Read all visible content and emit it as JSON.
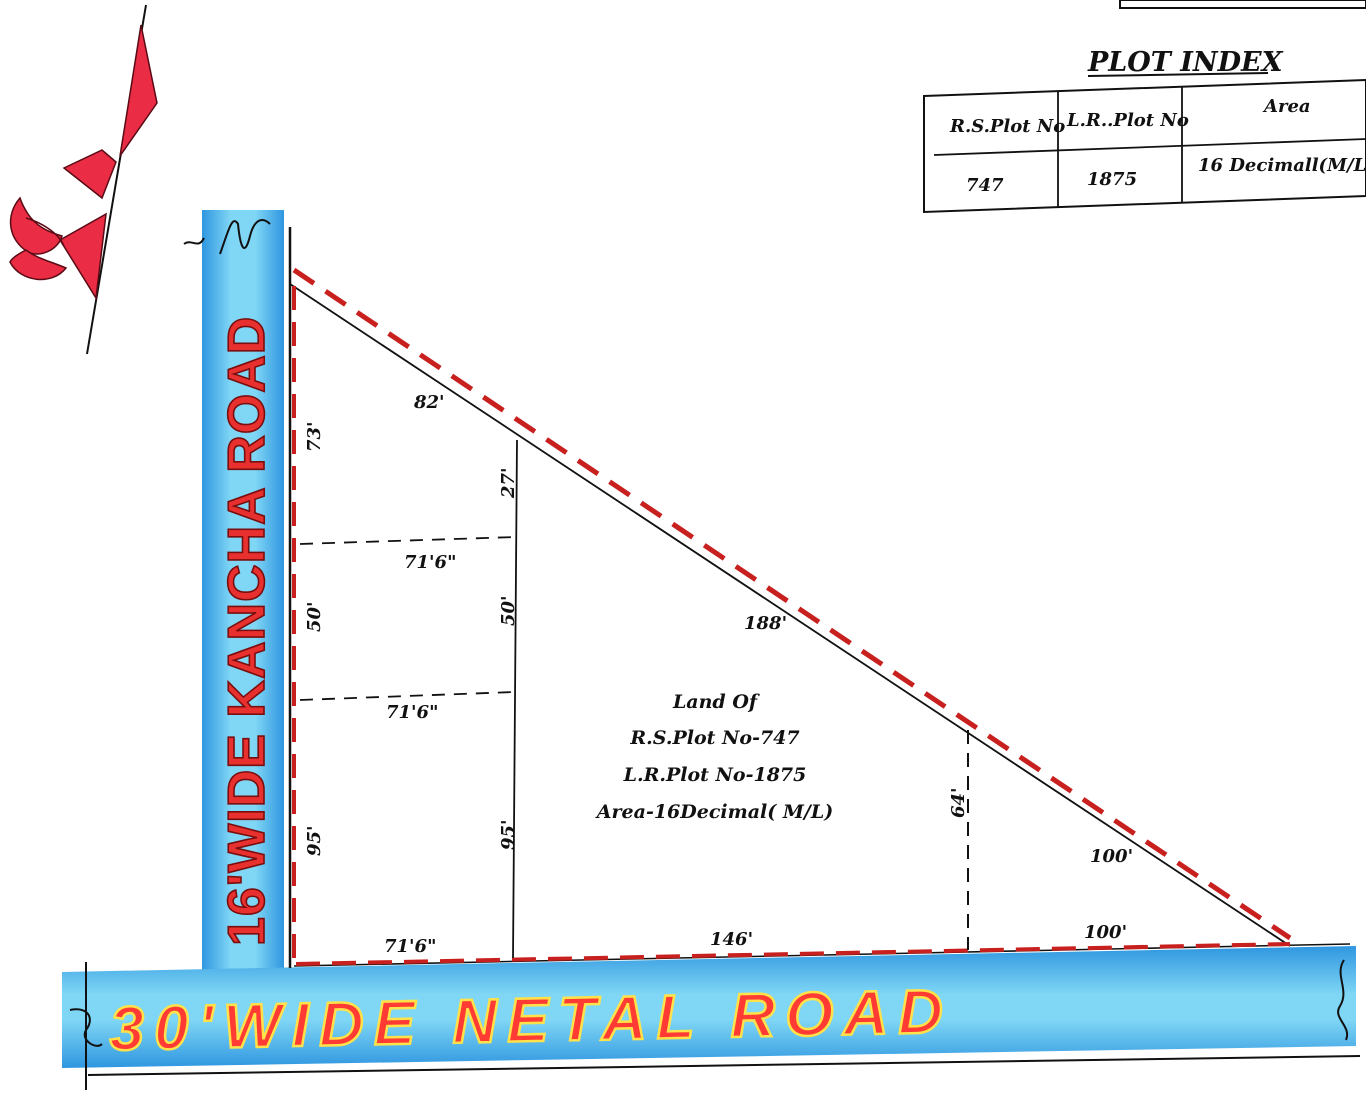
{
  "plot_index": {
    "title": "PLOT INDEX",
    "headers": [
      "R.S.Plot No",
      "L.R..Plot No",
      "Area"
    ],
    "row": [
      "747",
      "1875",
      "16 Decimall(M/L"
    ]
  },
  "roads": {
    "vertical": "16'WIDE KANCHA ROAD",
    "horizontal": "30'WIDE NETAL ROAD"
  },
  "dimensions": {
    "hyp_82": "82'",
    "hyp_188": "188'",
    "hyp_100": "100'",
    "left_73": "73'",
    "left_50": "50'",
    "left_95": "95'",
    "mid_27": "27'",
    "mid_50": "50'",
    "mid_95": "95'",
    "cross_top": "71'6\"",
    "cross_mid": "71'6\"",
    "bottom_left": "71'6\"",
    "bottom_mid": "146'",
    "bottom_right": "100'",
    "right_64": "64'"
  },
  "land_label": {
    "line1": "Land Of",
    "line2": "R.S.Plot No-747",
    "line3": "L.R.Plot No-1875",
    "line4": "Area-16Decimal( M/L)"
  },
  "colors": {
    "road_fill": "#3aa3e6",
    "road_glow": "#9fe0f7",
    "boundary_red": "#c8201e",
    "north_arrow_red": "#ea2c45"
  },
  "icons": {
    "north_arrow": "north-arrow-icon"
  }
}
